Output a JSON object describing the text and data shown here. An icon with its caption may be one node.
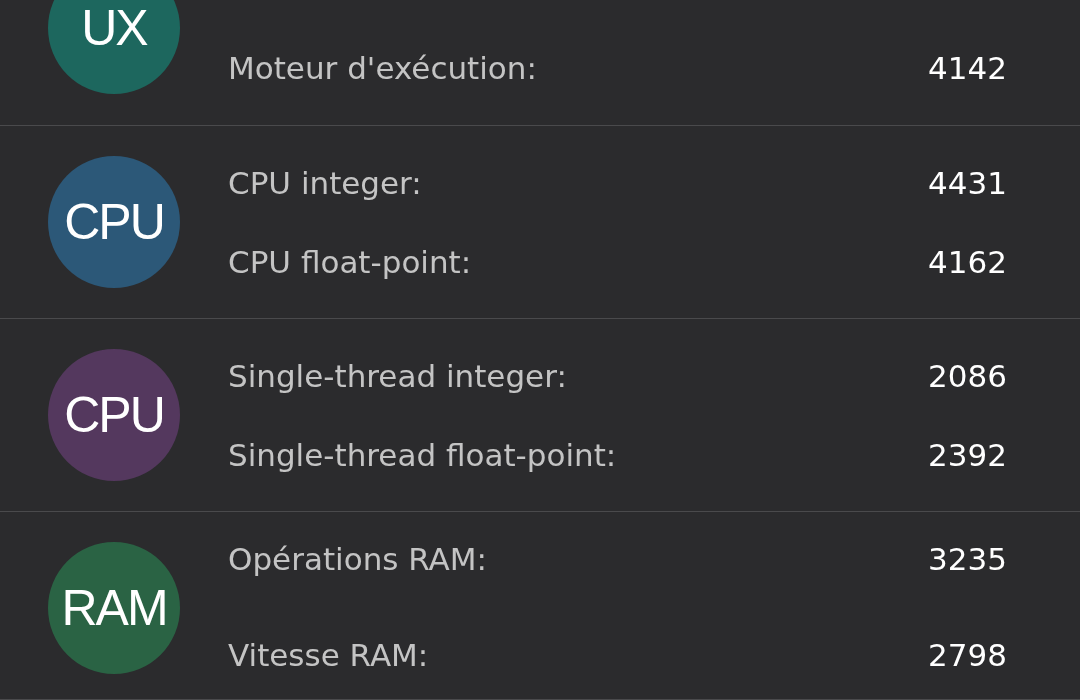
{
  "diagram": {
    "nodes": [
      {
        "text": [
          "UX"
        ]
      },
      {
        "text": [
          "CPU"
        ]
      },
      {
        "text": [
          "CPU"
        ]
      },
      {
        "text": [
          "RAM"
        ]
      }
    ],
    "labels": [
      "Moteur d'exécution:",
      "4142",
      "CPU integer:",
      "4431",
      "CPU float-point:",
      "4162",
      "Single-thread integer:",
      "2086",
      "Single-thread float-point:",
      "2392",
      "Opérations RAM:",
      "3235",
      "Vitesse RAM:",
      "2798"
    ]
  }
}
